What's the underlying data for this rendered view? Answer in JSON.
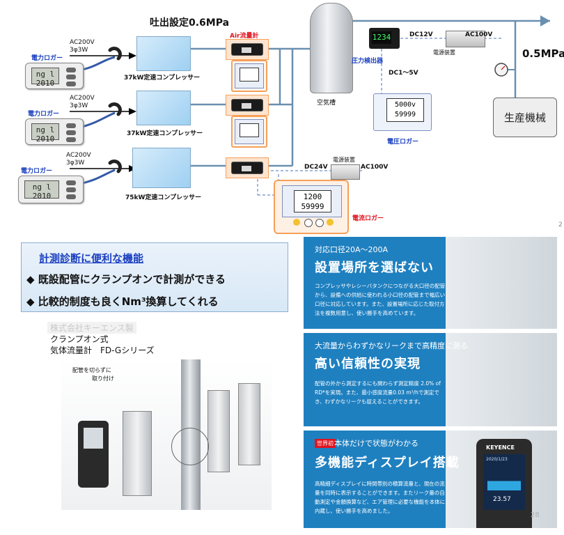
{
  "title": "吐出設定0.6MPa",
  "air_flow_label": "Air流量計",
  "pressure_detector": "圧力検出器",
  "dc12v": "DC12V",
  "ac100v_top": "AC100V",
  "power_supply_top": "電源装置",
  "dc1_5v": "DC1～5V",
  "voltage_logger": "電圧ロガー",
  "receiver_tank": "空気槽",
  "outlet_pressure": "0.5MPa",
  "production_machine": "生産機械",
  "dc24v": "DC24V",
  "power_supply_bottom": "電源装置",
  "ac100v_bottom": "AC100V",
  "current_logger": "電流ロガー",
  "page_number_top": "2",
  "compressors": [
    {
      "ac": "AC200V",
      "phase": "3φ3W",
      "logger": "電力ロガー",
      "label": "37kW定速コンプレッサー",
      "reading_top": "ng l",
      "reading_bottom": "2010"
    },
    {
      "ac": "AC200V",
      "phase": "3φ3W",
      "logger": "電力ロガー",
      "label": "37kW定速コンプレッサー",
      "reading_top": "ng l",
      "reading_bottom": "2010"
    },
    {
      "ac": "AC200V",
      "phase": "3φ3W",
      "logger": "電力ロガー",
      "label": "75kW定速コンプレッサー",
      "reading_top": "ng l",
      "reading_bottom": "2010"
    }
  ],
  "digital_display": "1234",
  "voltage_logger_readings": {
    "top": "5000v",
    "bottom": "59999"
  },
  "current_logger_readings": {
    "top": "1200",
    "bottom": "59999"
  },
  "features": {
    "heading": "計測診断に便利な機能",
    "bullet1": "◆ 既設配管にクランプオンで計測ができる",
    "bullet2": "◆ 比較的制度も良くNm³換算してくれる"
  },
  "product": {
    "maker": "株式会社キーエンス製",
    "type": "クランプオン式",
    "model": "気体流量計　FD-Gシリーズ",
    "callout_line1": "配管を切らずに",
    "callout_line2": "取り付け"
  },
  "panel1": {
    "sub": "対応口径20A～200A",
    "title": "設置場所を選ばない",
    "body": "コンプレッサやレシーバタンクにつながる大口径の配管から、設備への供給に使われる小口径の配管まで幅広い口径に対応しています。また、設置場所に応じた取付方法を複数用意し、使い勝手を高めています。"
  },
  "panel2": {
    "sub": "大流量からわずかなリークまで高精度に測る",
    "title": "高い信頼性の実現",
    "body": "配管の外から測定するにも関わらず測定精度 2.0% of RD*を実現。また、最小感度流量0.03 m³/hで測定でき、わずかなリークも捉えることができます。"
  },
  "panel3": {
    "badge": "世界初",
    "sub": "本体だけで状態がわかる",
    "title": "多機能ディスプレイ搭載",
    "body": "高精細ディスプレイに時間帯別の積算流量と、現在の流量を同時に表示することができます。またリーク量の自動測定や金額換算など、エア管理に必要な機能を本体に内蔵し、使い勝手を高めました。",
    "brand": "KEYENCE",
    "screen_value": "23.57",
    "screen_date": "2020/1/23"
  },
  "page_number_bottom": "28",
  "colors": {
    "accent_blue": "#1a3fbf",
    "accent_red": "#e0141e",
    "panel_blue": "#1f80c0",
    "pipe": "#6a8fb0"
  }
}
